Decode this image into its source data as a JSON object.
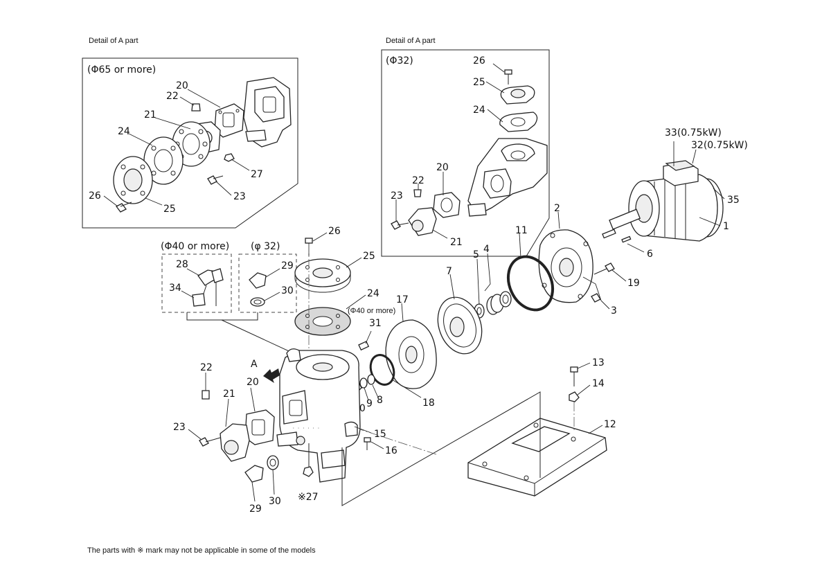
{
  "headers": {
    "detail_left": "Detail of A part",
    "detail_right": "Detail of A part"
  },
  "boxes": {
    "left_variant": "(Φ65 or more)",
    "right_variant": "(Φ32)",
    "main_left_variant": "(Φ40 or more)",
    "main_right_variant": "(φ 32)"
  },
  "labels": {
    "l1_20": "20",
    "l1_22": "22",
    "l1_21": "21",
    "l1_24": "24",
    "l1_27": "27",
    "l1_26": "26",
    "l1_25": "25",
    "l1_23": "23",
    "r1_26": "26",
    "r1_25": "25",
    "r1_24": "24",
    "r1_20": "20",
    "r1_22": "22",
    "r1_23": "23",
    "r1_21": "21",
    "m_33": "33(0.75kW)",
    "m_32": "32(0.75kW)",
    "m_35": "35",
    "m_1": "1",
    "m_2": "2",
    "m_6": "6",
    "m_11": "11",
    "m_5": "5",
    "m_4": "4",
    "m_19": "19",
    "m_3": "3",
    "m_7": "7",
    "m_17": "17",
    "m_26": "26",
    "m_25": "25",
    "m_24": "24",
    "m_24_note": "(Φ40 or more)",
    "m_31": "31",
    "m_28": "28",
    "m_34": "34",
    "m_29": "29",
    "m_30": "30",
    "m_A": "A",
    "m_22": "22",
    "m_20": "20",
    "m_21": "21",
    "m_23": "23",
    "m_10": "10",
    "m_9": "9",
    "m_8": "8",
    "m_18": "18",
    "m_15": "15",
    "m_16": "16",
    "m_13": "13",
    "m_14": "14",
    "m_12": "12",
    "m_27": "※27",
    "m_29b": "29",
    "m_30b": "30"
  },
  "footnote": "The parts with ※ mark may not be applicable in some of the models"
}
